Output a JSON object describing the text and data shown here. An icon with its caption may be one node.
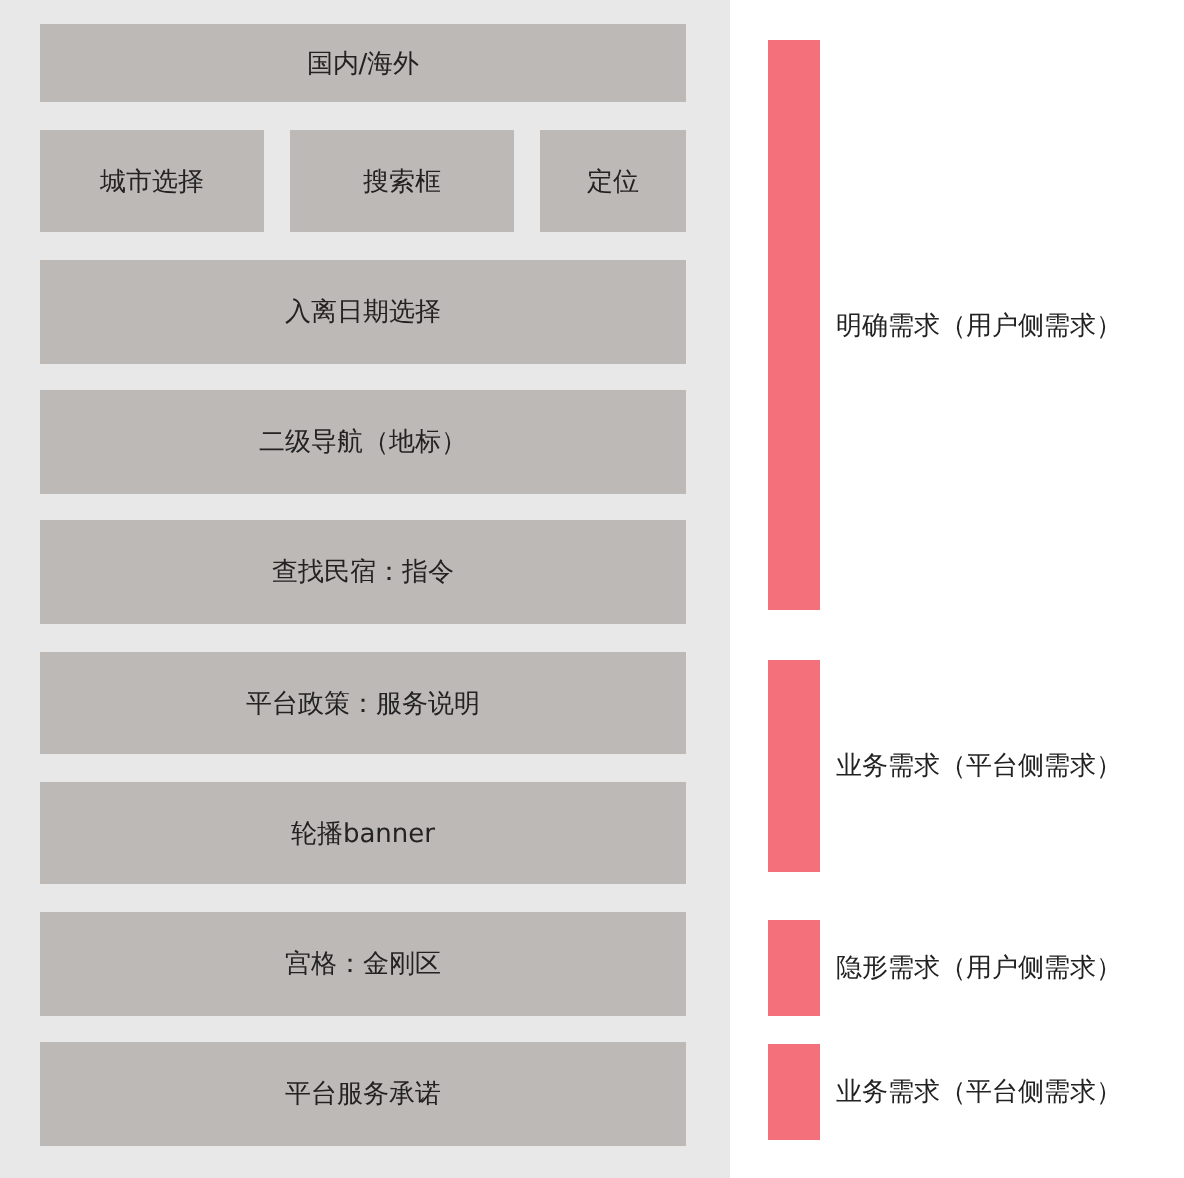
{
  "diagram": {
    "nodes": [
      {
        "text": [
          "国内/海外"
        ]
      },
      {
        "text": [
          "城市选择"
        ]
      },
      {
        "text": [
          "搜索框"
        ]
      },
      {
        "text": [
          "定位"
        ]
      },
      {
        "text": [
          "入离日期选择"
        ]
      },
      {
        "text": [
          "二级导航（地标）"
        ]
      },
      {
        "text": [
          "查找民宿：指令"
        ]
      },
      {
        "text": [
          "平台政策：服务说明"
        ]
      },
      {
        "text": [
          "轮播banner"
        ]
      },
      {
        "text": [
          "宫格：金刚区"
        ]
      },
      {
        "text": [
          "平台服务承诺"
        ]
      },
      {
        "text": [],
        "shape": "bar",
        "beside": [
          "明确需求（用户侧需求）"
        ]
      },
      {
        "text": [],
        "shape": "bar",
        "beside": [
          "业务需求（平台侧需求）"
        ]
      },
      {
        "text": [],
        "shape": "bar",
        "beside": [
          "隐形需求（用户侧需求）"
        ]
      },
      {
        "text": [],
        "shape": "bar",
        "beside": [
          "业务需求（平台侧需求）"
        ]
      }
    ]
  }
}
